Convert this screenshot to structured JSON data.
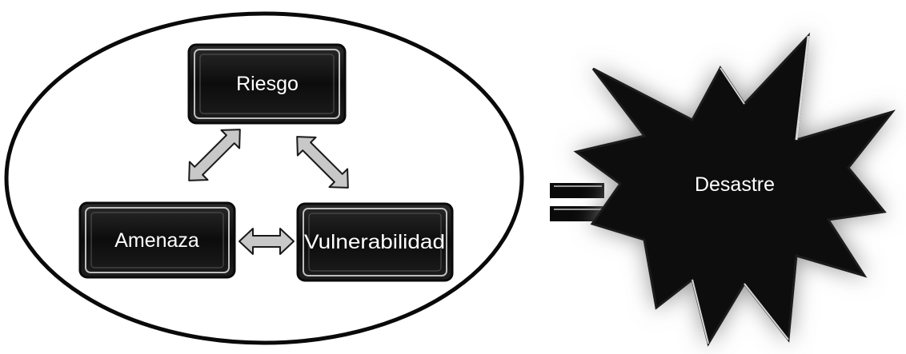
{
  "diagram": {
    "nodes": {
      "riesgo": {
        "label": "Riesgo"
      },
      "amenaza": {
        "label": "Amenaza"
      },
      "vulnerabilidad": {
        "label": "Vulnerabilidad"
      }
    },
    "result": {
      "label": "Desastre"
    },
    "colors": {
      "box_fill": "#111111",
      "box_border": "#0a0a0a",
      "arrow_fill": "#c8c8c8",
      "burst_fill": "#0e0e0e",
      "ellipse_stroke": "#0a0a0a",
      "text": "#ffffff"
    },
    "icons": {
      "connector": "double-arrow-icon",
      "equals": "equals-icon",
      "result_shape": "explosion-burst-icon"
    }
  }
}
